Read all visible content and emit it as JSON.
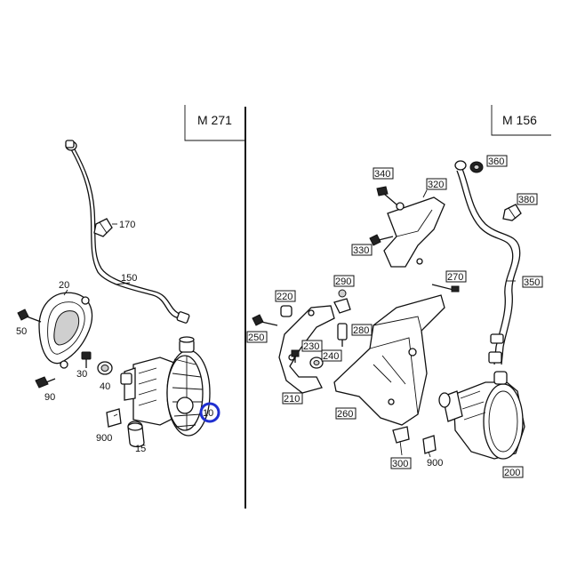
{
  "sections": {
    "left_engine": "M 271",
    "right_engine": "M 156"
  },
  "left_labels": {
    "p170": "170",
    "p150": "150",
    "p20": "20",
    "p50": "50",
    "p30": "30",
    "p40": "40",
    "p90": "90",
    "p900": "900",
    "p15": "15",
    "p10": "10"
  },
  "right_labels": {
    "p340": "340",
    "p320": "320",
    "p330": "330",
    "p360": "360",
    "p380": "380",
    "p350": "350",
    "p270": "270",
    "p290": "290",
    "p220": "220",
    "p280": "280",
    "p250": "250",
    "p230": "230",
    "p240": "240",
    "p210": "210",
    "p260": "260",
    "p300": "300",
    "p900": "900",
    "p200": "200"
  },
  "highlight_color": "#1f2fd0"
}
